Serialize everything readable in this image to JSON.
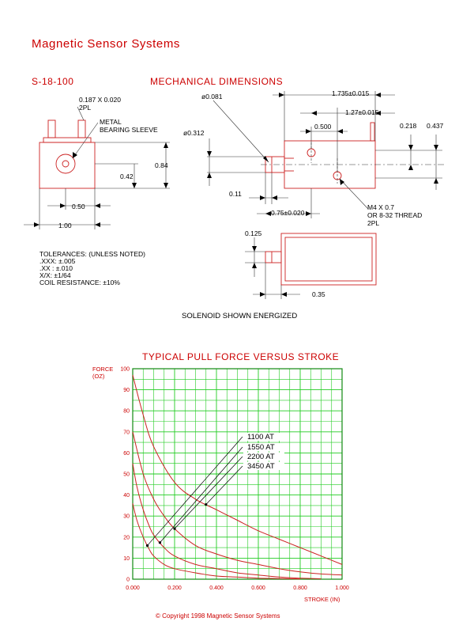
{
  "header": {
    "company": "Magnetic Sensor Systems",
    "part_number": "S-18-100",
    "section_title": "MECHANICAL DIMENSIONS"
  },
  "drawing": {
    "dims": {
      "terminal": "0.187 X 0.020",
      "terminal_qty": "2PL",
      "sleeve_1": "METAL",
      "sleeve_2": "BEARING SLEEVE",
      "height": "0.84",
      "center": "0.42",
      "half_width": "0.50",
      "width": "1.00",
      "plunger_dia": "ø0.081",
      "body_dia": "ø0.312",
      "overall_len": "1.735±0.015",
      "mount_spacing": "1.27±0.015",
      "hole_offset": "0.500",
      "tab_1": "0.218",
      "tab_2": "0.437",
      "gap": "0.11",
      "plunger_len": "0.75±0.020",
      "thread_1": "M4 X 0.7",
      "thread_2": "OR 8-32 THREAD",
      "thread_qty": "2PL",
      "stroke_ext": "0.125",
      "side_len": "0.35"
    },
    "tolerances": [
      "TOLERANCES: (UNLESS NOTED)",
      ".XXX: ±.005",
      ".XX : ±.010",
      "X/X: ±1/64",
      "COIL RESISTANCE: ±10%"
    ],
    "caption": "SOLENOID SHOWN ENERGIZED"
  },
  "chart_data": {
    "type": "line",
    "title": "TYPICAL PULL FORCE VERSUS STROKE",
    "ylabel_1": "FORCE",
    "ylabel_2": "(OZ)",
    "xlabel": "STROKE (IN)",
    "xlim": [
      0,
      1.0
    ],
    "ylim": [
      0,
      100
    ],
    "x_ticks": [
      "0.000",
      "0.200",
      "0.400",
      "0.600",
      "0.800",
      "1.000"
    ],
    "y_ticks": [
      "0",
      "10",
      "20",
      "30",
      "40",
      "50",
      "60",
      "70",
      "80",
      "90",
      "100"
    ],
    "grid": true,
    "grid_color": "#22cc22",
    "line_color": "#cc2222",
    "series": [
      {
        "name": "1100 AT",
        "x": [
          0.0,
          0.02,
          0.05,
          0.08,
          0.1,
          0.15,
          0.2,
          0.3,
          0.4,
          0.5,
          0.6,
          0.7,
          0.8
        ],
        "y": [
          36,
          28,
          20,
          14,
          11,
          7,
          5,
          3,
          1.5,
          1,
          0.5,
          0.3,
          0.1
        ]
      },
      {
        "name": "1550 AT",
        "x": [
          0.0,
          0.02,
          0.05,
          0.08,
          0.1,
          0.15,
          0.2,
          0.3,
          0.4,
          0.5,
          0.6,
          0.7,
          0.8,
          0.9
        ],
        "y": [
          55,
          44,
          33,
          25,
          21,
          15,
          11,
          7,
          5,
          3,
          2,
          1,
          0.5,
          0.2
        ]
      },
      {
        "name": "2200 AT",
        "x": [
          0.0,
          0.05,
          0.1,
          0.15,
          0.2,
          0.3,
          0.4,
          0.5,
          0.6,
          0.7,
          0.8,
          0.9,
          1.0
        ],
        "y": [
          70,
          50,
          38,
          30,
          24,
          16,
          12,
          9,
          7,
          5,
          3.5,
          2.5,
          2
        ]
      },
      {
        "name": "3450 AT",
        "x": [
          0.0,
          0.05,
          0.1,
          0.2,
          0.3,
          0.4,
          0.5,
          0.6,
          0.7,
          0.8,
          0.9,
          1.0
        ],
        "y": [
          97,
          78,
          63,
          46,
          38,
          33,
          28,
          23,
          19,
          15,
          11,
          7
        ]
      }
    ]
  },
  "footer": {
    "copyright": "©  Copyright 1998 Magnetic Sensor Systems"
  }
}
